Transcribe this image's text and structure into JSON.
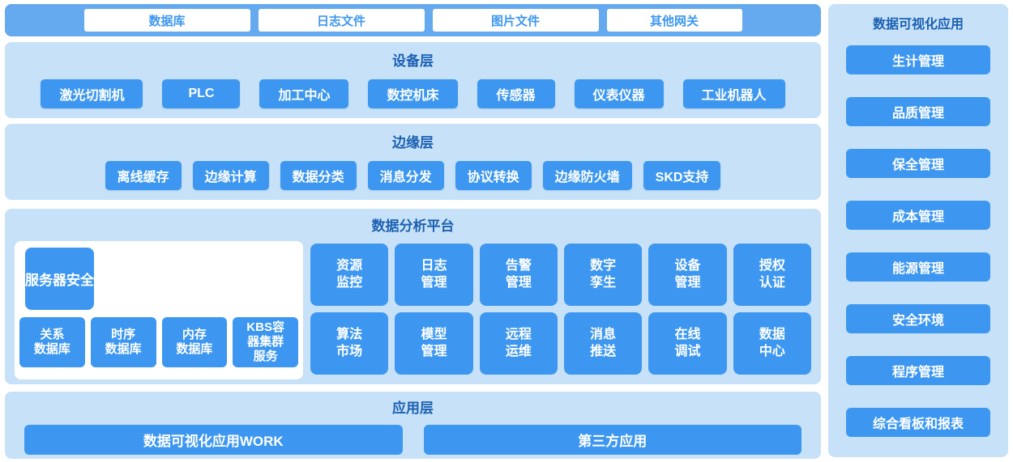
{
  "colors": {
    "accent_blue": "#3D97F0",
    "bar_blue": "#65A9EF",
    "panel_light_blue": "#C7E2F8",
    "title_dark_blue": "#1C60B2",
    "white": "#FFFFFF"
  },
  "gateway_bar": {
    "items": [
      "数据库",
      "日志文件",
      "图片文件",
      "其他网关"
    ]
  },
  "device_layer": {
    "title": "设备层",
    "items": [
      "激光切割机",
      "PLC",
      "加工中心",
      "数控机床",
      "传感器",
      "仪表仪器",
      "工业机器人"
    ]
  },
  "edge_layer": {
    "title": "边缘层",
    "items": [
      "离线缓存",
      "边缘计算",
      "数据分类",
      "消息分发",
      "协议转换",
      "边缘防火墙",
      "SKD支持"
    ]
  },
  "platform": {
    "title": "数据分析平台",
    "server_security": "服务器安全",
    "storage_items": [
      "关系\n数据库",
      "时序\n数据库",
      "内存\n数据库",
      "KBS容\n器集群\n服务"
    ],
    "modules_row1": [
      "资源\n监控",
      "日志\n管理",
      "告警\n管理",
      "数字\n孪生",
      "设备\n管理",
      "授权\n认证"
    ],
    "modules_row2": [
      "算法\n市场",
      "模型\n管理",
      "远程\n运维",
      "消息\n推送",
      "在线\n调试",
      "数据\n中心"
    ]
  },
  "app_layer": {
    "title": "应用层",
    "items": [
      "数据可视化应用WORK",
      "第三方应用"
    ]
  },
  "sidebar": {
    "title": "数据可视化应用",
    "items": [
      "生计管理",
      "品质管理",
      "保全管理",
      "成本管理",
      "能源管理",
      "安全环境",
      "程序管理",
      "综合看板和报表"
    ]
  }
}
